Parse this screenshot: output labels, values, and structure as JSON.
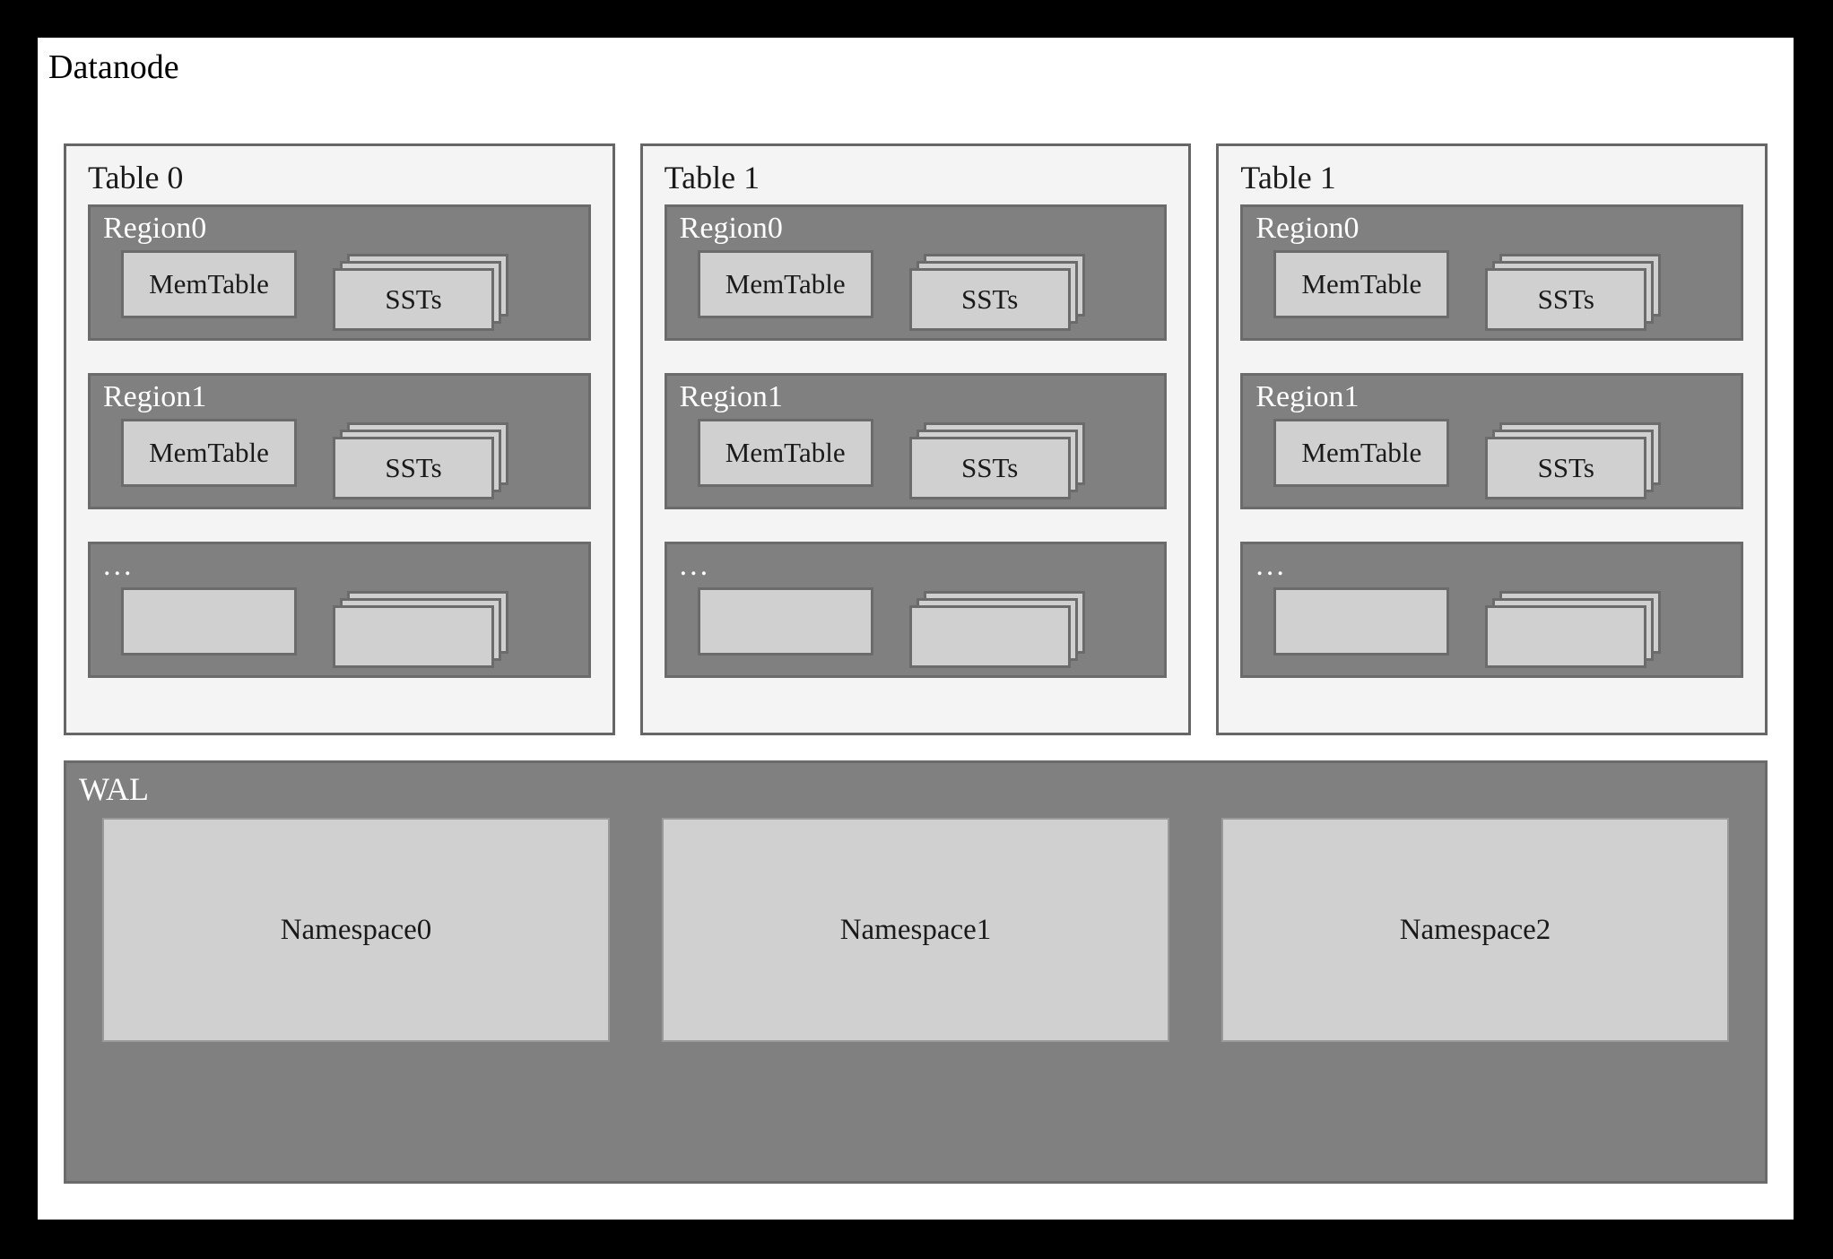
{
  "diagram": {
    "title": "Datanode",
    "colors": {
      "frame": "#000000",
      "canvas": "#ffffff",
      "table_panel_fill": "#f4f4f4",
      "table_panel_border": "#666666",
      "region_fill": "#808080",
      "box_fill": "#d0d0d0",
      "box_border": "#6b6b6b",
      "light_text": "#ffffff",
      "dark_text": "#1a1a1a"
    }
  },
  "tables": [
    {
      "title": "Table 0",
      "regions": [
        {
          "title": "Region0",
          "memtable": "MemTable",
          "ssts": "SSTs",
          "is_ellipsis": false
        },
        {
          "title": "Region1",
          "memtable": "MemTable",
          "ssts": "SSTs",
          "is_ellipsis": false
        },
        {
          "title": "...",
          "memtable": "",
          "ssts": "",
          "is_ellipsis": true
        }
      ]
    },
    {
      "title": "Table 1",
      "regions": [
        {
          "title": "Region0",
          "memtable": "MemTable",
          "ssts": "SSTs",
          "is_ellipsis": false
        },
        {
          "title": "Region1",
          "memtable": "MemTable",
          "ssts": "SSTs",
          "is_ellipsis": false
        },
        {
          "title": "...",
          "memtable": "",
          "ssts": "",
          "is_ellipsis": true
        }
      ]
    },
    {
      "title": "Table 1",
      "regions": [
        {
          "title": "Region0",
          "memtable": "MemTable",
          "ssts": "SSTs",
          "is_ellipsis": false
        },
        {
          "title": "Region1",
          "memtable": "MemTable",
          "ssts": "SSTs",
          "is_ellipsis": false
        },
        {
          "title": "...",
          "memtable": "",
          "ssts": "",
          "is_ellipsis": true
        }
      ]
    }
  ],
  "wal": {
    "title": "WAL",
    "namespaces": [
      {
        "label": "Namespace0"
      },
      {
        "label": "Namespace1"
      },
      {
        "label": "Namespace2"
      }
    ]
  }
}
